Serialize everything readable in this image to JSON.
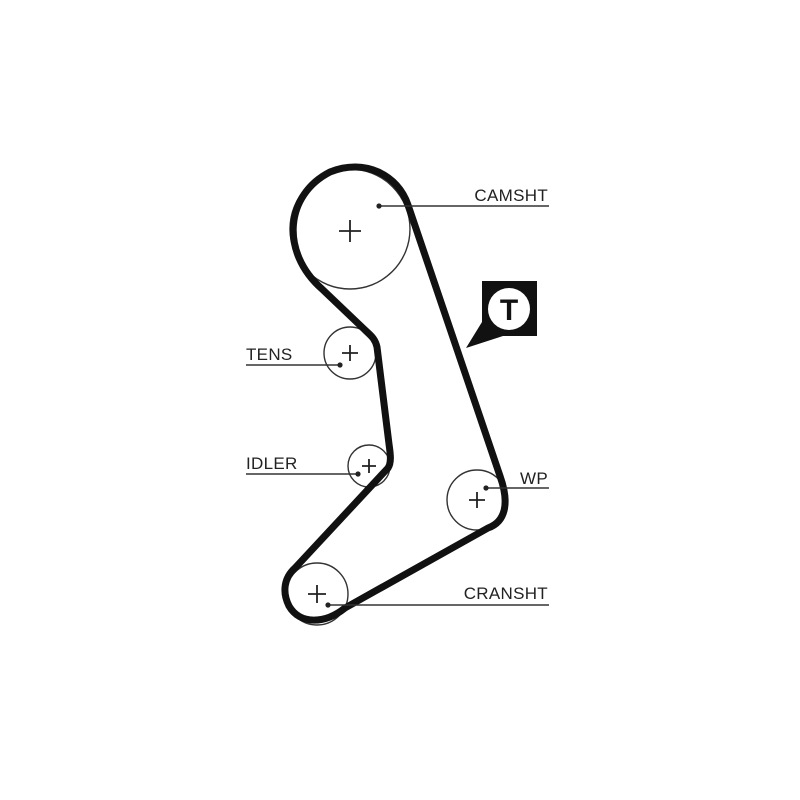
{
  "labels": {
    "camshaft": "CAMSHT",
    "tensioner": "TENS",
    "idler": "IDLER",
    "water_pump": "WP",
    "crankshaft": "CRANSHT"
  },
  "badge": {
    "letter": "T",
    "icon": "tensioner-badge-icon"
  },
  "colors": {
    "belt": "#111111",
    "line": "#333333",
    "background": "#ffffff"
  }
}
